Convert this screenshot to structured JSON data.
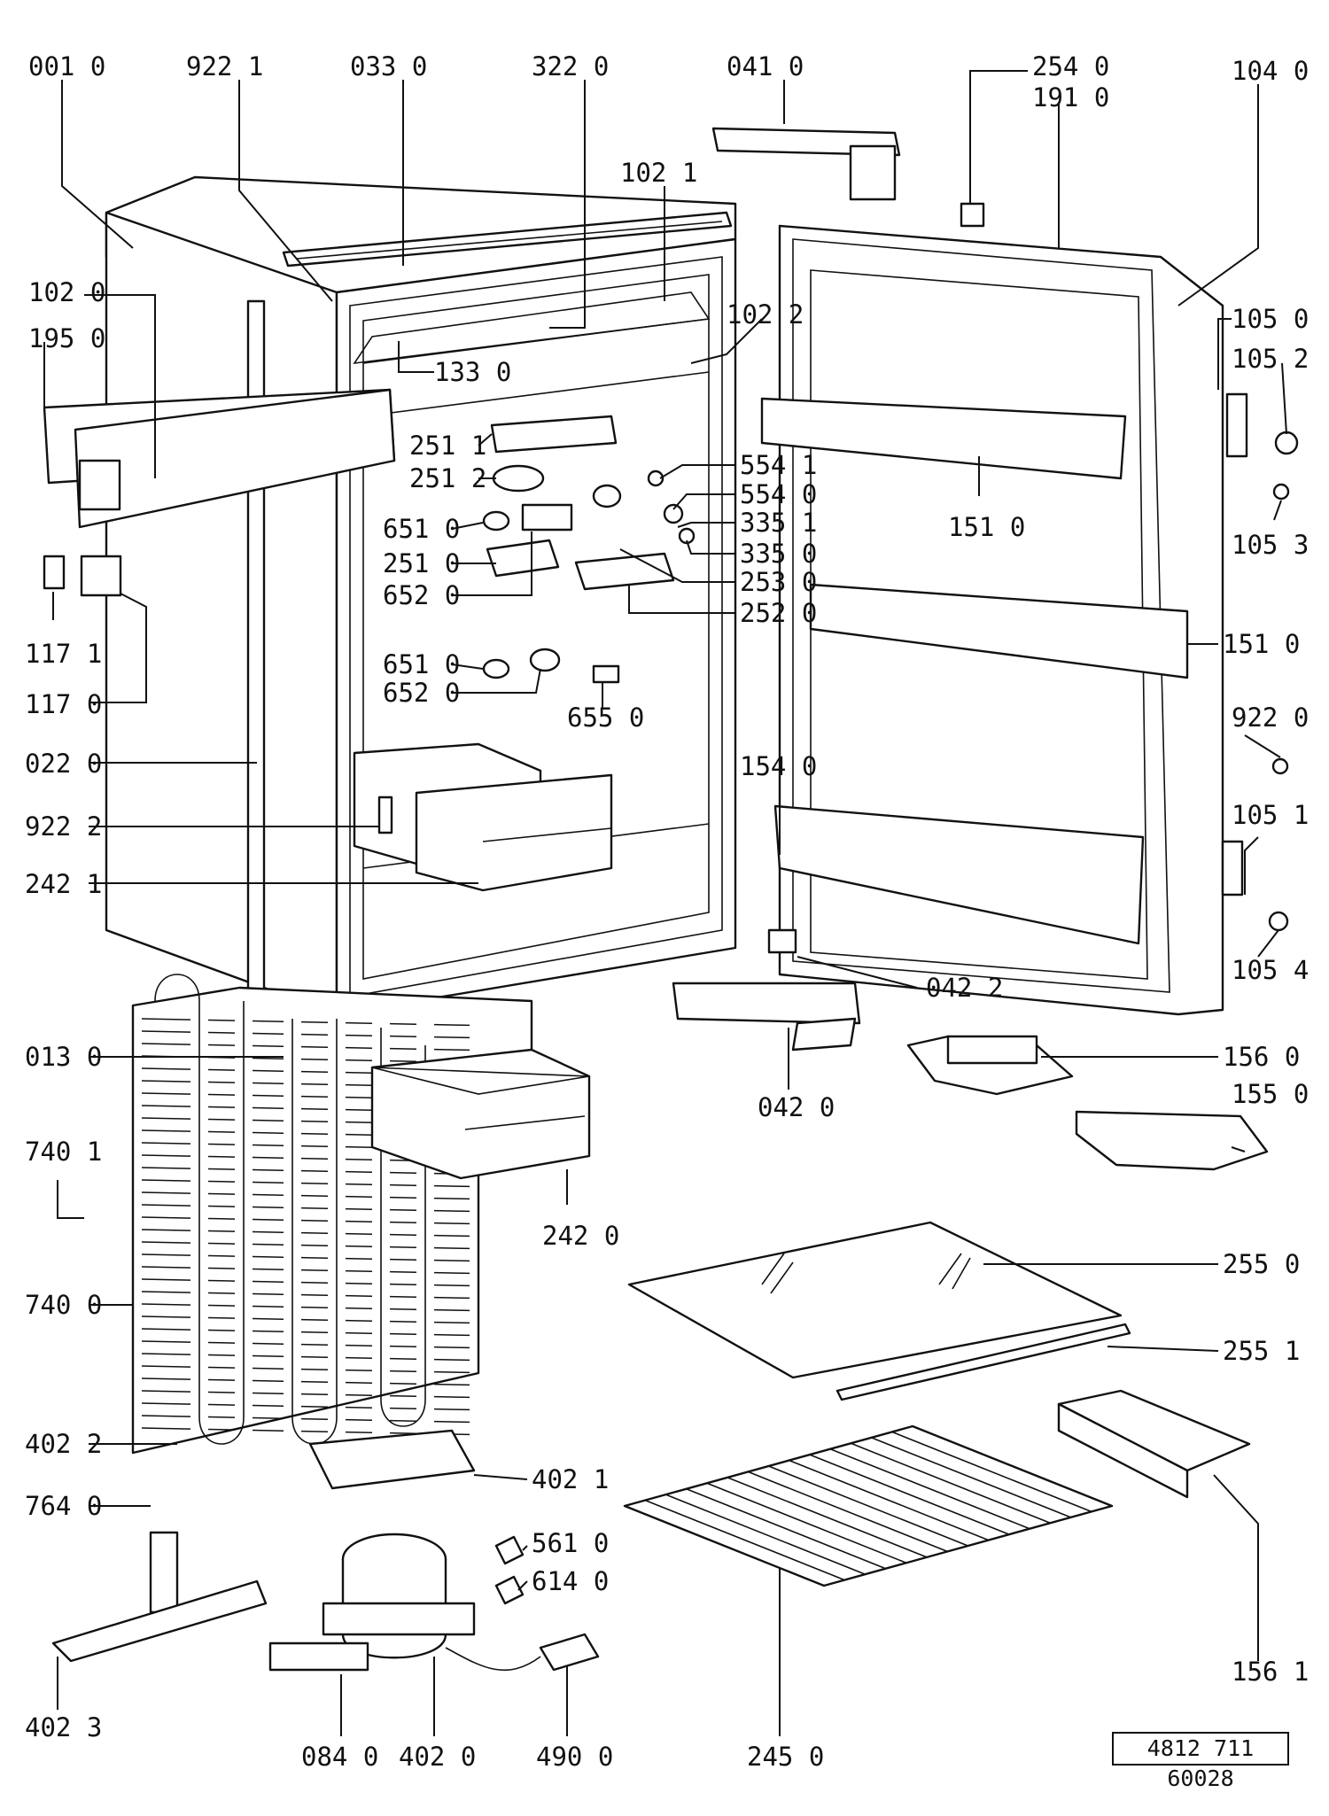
{
  "document_number": "4812 711 60028",
  "callouts": [
    {
      "id": "c001",
      "label": "001  0"
    },
    {
      "id": "c9221",
      "label": "922  1"
    },
    {
      "id": "c033",
      "label": "033  0"
    },
    {
      "id": "c322",
      "label": "322  0"
    },
    {
      "id": "c041",
      "label": "041  0"
    },
    {
      "id": "c254",
      "label": "254  0"
    },
    {
      "id": "c191",
      "label": "191  0"
    },
    {
      "id": "c104",
      "label": "104  0"
    },
    {
      "id": "c1021",
      "label": "102  1"
    },
    {
      "id": "c1020",
      "label": "102  0"
    },
    {
      "id": "c1022",
      "label": "102  2"
    },
    {
      "id": "c195",
      "label": "195  0"
    },
    {
      "id": "c133",
      "label": "133  0"
    },
    {
      "id": "c1050",
      "label": "105  0"
    },
    {
      "id": "c1052",
      "label": "105  2"
    },
    {
      "id": "c2511",
      "label": "251  1"
    },
    {
      "id": "c2512",
      "label": "251  2"
    },
    {
      "id": "c5541",
      "label": "554  1"
    },
    {
      "id": "c5540",
      "label": "554  0"
    },
    {
      "id": "c3351",
      "label": "335  1"
    },
    {
      "id": "c3350",
      "label": "335  0"
    },
    {
      "id": "c6510a",
      "label": "651  0"
    },
    {
      "id": "c2510",
      "label": "251  0"
    },
    {
      "id": "c6520a",
      "label": "652  0"
    },
    {
      "id": "c253",
      "label": "253  0"
    },
    {
      "id": "c252",
      "label": "252  0"
    },
    {
      "id": "c1510a",
      "label": "151  0"
    },
    {
      "id": "c1053",
      "label": "105  3"
    },
    {
      "id": "c1510b",
      "label": "151  0"
    },
    {
      "id": "c1171",
      "label": "117  1"
    },
    {
      "id": "c1170",
      "label": "117  0"
    },
    {
      "id": "c6510b",
      "label": "651  0"
    },
    {
      "id": "c6520b",
      "label": "652  0"
    },
    {
      "id": "c655",
      "label": "655  0"
    },
    {
      "id": "c9220",
      "label": "922  0"
    },
    {
      "id": "c022",
      "label": "022  0"
    },
    {
      "id": "c154",
      "label": "154  0"
    },
    {
      "id": "c1051",
      "label": "105  1"
    },
    {
      "id": "c9222",
      "label": "922  2"
    },
    {
      "id": "c2421",
      "label": "242  1"
    },
    {
      "id": "c1054",
      "label": "105  4"
    },
    {
      "id": "c0422",
      "label": "042  2"
    },
    {
      "id": "c013",
      "label": "013  0"
    },
    {
      "id": "c1560",
      "label": "156  0"
    },
    {
      "id": "c155",
      "label": "155  0"
    },
    {
      "id": "c0420",
      "label": "042  0"
    },
    {
      "id": "c7401",
      "label": "740  1"
    },
    {
      "id": "c2420",
      "label": "242  0"
    },
    {
      "id": "c2550",
      "label": "255  0"
    },
    {
      "id": "c7400",
      "label": "740  0"
    },
    {
      "id": "c2551",
      "label": "255  1"
    },
    {
      "id": "c4022",
      "label": "402  2"
    },
    {
      "id": "c4021",
      "label": "402  1"
    },
    {
      "id": "c764",
      "label": "764  0"
    },
    {
      "id": "c561",
      "label": "561  0"
    },
    {
      "id": "c614",
      "label": "614  0"
    },
    {
      "id": "c1561",
      "label": "156  1"
    },
    {
      "id": "c4023",
      "label": "402  3"
    },
    {
      "id": "c084",
      "label": "084  0"
    },
    {
      "id": "c4020",
      "label": "402  0"
    },
    {
      "id": "c490",
      "label": "490  0"
    },
    {
      "id": "c245",
      "label": "245  0"
    }
  ]
}
